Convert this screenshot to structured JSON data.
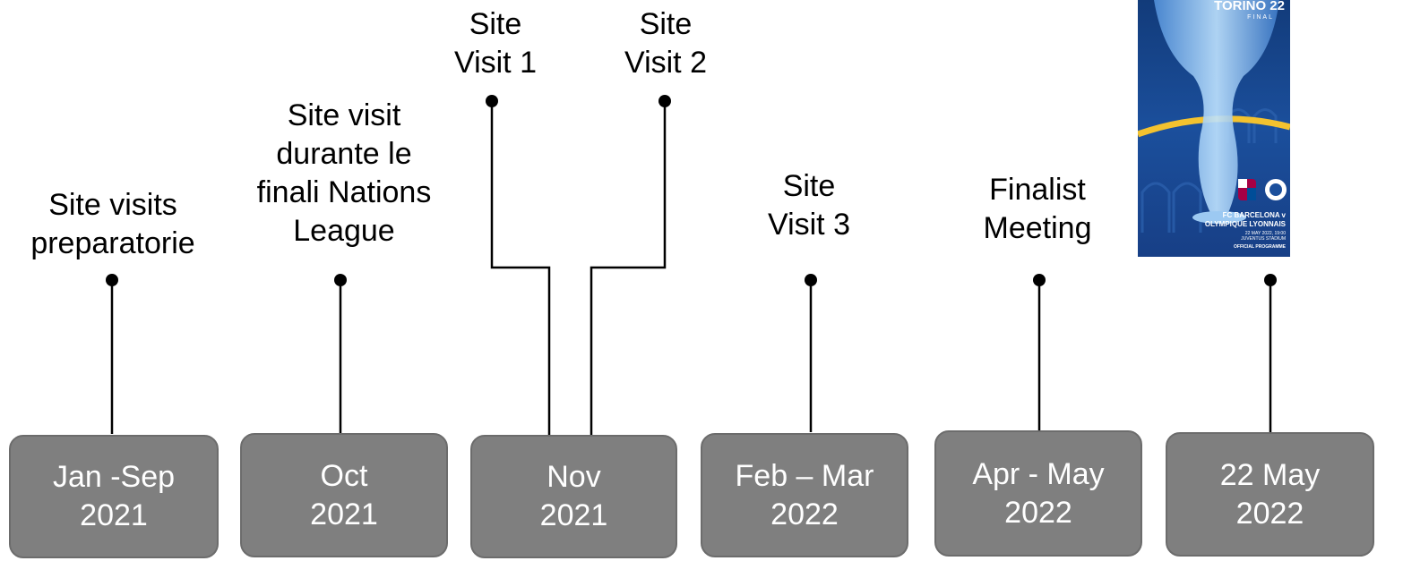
{
  "milestones": [
    {
      "label": "Site visits\npreparatorie",
      "period": "Jan -Sep\n2021"
    },
    {
      "label": "Site visit\ndurante le\nfinali Nations\nLeague",
      "period": "Oct\n2021"
    },
    {
      "label": "Site\nVisit 1",
      "period": "Nov\n2021"
    },
    {
      "label": "Site\nVisit 2",
      "period": ""
    },
    {
      "label": "Site\nVisit 3",
      "period": "Feb – Mar\n2022"
    },
    {
      "label": "Finalist\nMeeting",
      "period": "Apr - May\n2022"
    },
    {
      "label": "",
      "period": "22 May\n2022"
    }
  ],
  "periods": [
    "Jan -Sep\n2021",
    "Oct\n2021",
    "Nov\n2021",
    "Feb – Mar\n2022",
    "Apr - May\n2022",
    "22 May\n2022"
  ],
  "programme_cover": {
    "title": "TORINO 22",
    "subtitle": "FINAL",
    "match": "FC BARCELONA v\nOLYMPIQUE LYONNAIS",
    "date_venue": "22 MAY 2022, 19:00\nJUVENTUS STADIUM",
    "programme": "OFFICIAL PROGRAMME"
  },
  "colors": {
    "period_box": "#7f7f7f",
    "period_border": "#6c6c6c",
    "period_text": "#ffffff",
    "connector": "#000000",
    "cover_blue": "#1b4f9c",
    "cover_gold": "#f3c22f"
  }
}
